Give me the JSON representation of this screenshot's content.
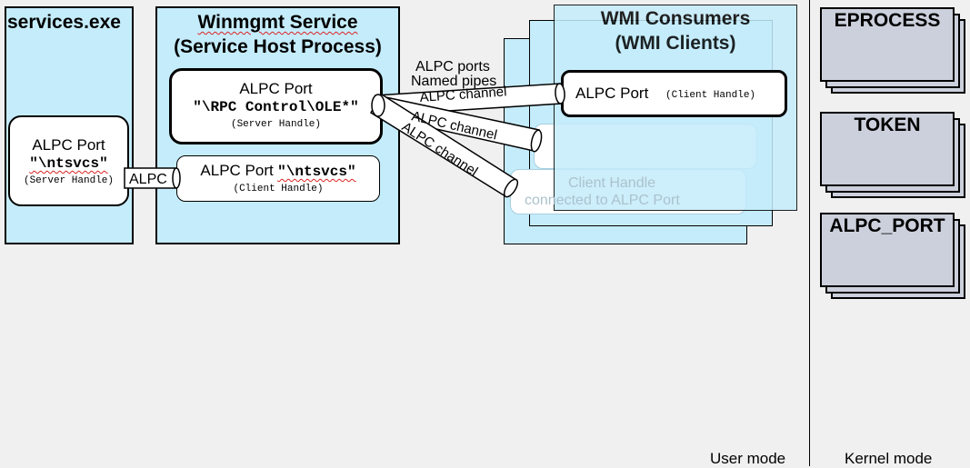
{
  "services": {
    "title": "services.exe",
    "port": {
      "label": "ALPC Port",
      "name": "\"\\ntsvcs\"",
      "handle": "(Server Handle)"
    }
  },
  "winmgmt": {
    "title_line1": "Winmgmt Service",
    "title_line2": "(Service Host Process)",
    "port_ole": {
      "label": "ALPC Port",
      "name": "\"\\RPC Control\\OLE*\"",
      "handle": "(Server Handle)"
    },
    "port_ntsvcs": {
      "label": "ALPC Port",
      "name": "\"\\ntsvcs\"",
      "handle": "(Client Handle)"
    }
  },
  "alpc_link_label": "ALPC",
  "consumers": {
    "title_line1": "WMI Consumers",
    "title_line2": "(WMI Clients)",
    "port": {
      "label": "ALPC Port",
      "handle": "(Client Handle)"
    },
    "ghost_text_line1": "Client Handle",
    "ghost_text_line2": "connected to ALPC Port"
  },
  "annotations": {
    "ports": "ALPC ports",
    "pipes": "Named pipes",
    "channel": "ALPC channel"
  },
  "kernel_objects": [
    "EPROCESS",
    "TOKEN",
    "ALPC_PORT"
  ],
  "modes": {
    "user": "User mode",
    "kernel": "Kernel mode"
  }
}
